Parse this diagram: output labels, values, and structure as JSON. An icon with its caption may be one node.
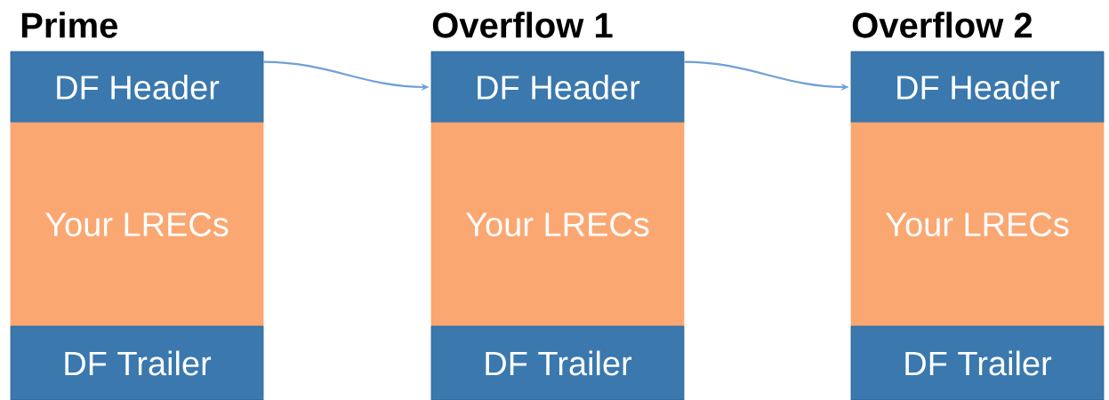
{
  "diagram": {
    "nodes": [
      {
        "text": [
          "DF Header"
        ]
      },
      {
        "text": [
          "Your LRECs"
        ]
      },
      {
        "text": [
          "DF Trailer"
        ]
      },
      {
        "text": [
          "DF Header"
        ]
      },
      {
        "text": [
          "Your LRECs"
        ]
      },
      {
        "text": [
          "DF Trailer"
        ]
      },
      {
        "text": [
          "DF Header"
        ]
      },
      {
        "text": [
          "Your LRECs"
        ]
      },
      {
        "text": [
          "DF Trailer"
        ]
      }
    ],
    "edges": [
      {
        "from": 0,
        "to": 3,
        "arrow": "to"
      },
      {
        "from": 3,
        "to": 6,
        "arrow": "to"
      }
    ],
    "labels": [
      "Prime",
      "Overflow 1",
      "Overflow 2"
    ]
  }
}
